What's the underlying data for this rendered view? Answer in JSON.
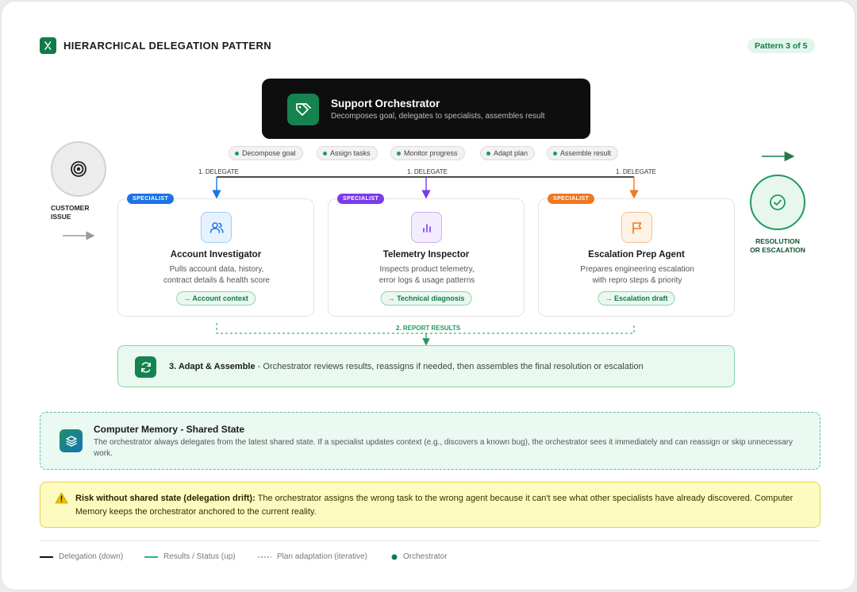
{
  "header": {
    "title": "HIERARCHICAL DELEGATION PATTERN",
    "pattern_badge": "Pattern 3 of 5"
  },
  "orchestrator": {
    "title": "Support Orchestrator",
    "subtitle": "Decomposes goal, delegates to specialists, assembles result",
    "tasks": [
      "Decompose goal",
      "Assign tasks",
      "Monitor progress",
      "Adapt plan",
      "Assemble result"
    ]
  },
  "delegate_label": "1. DELEGATE",
  "input": {
    "label_line1": "CUSTOMER",
    "label_line2": "ISSUE"
  },
  "output": {
    "label_line1": "RESOLUTION",
    "label_line2": "OR ESCALATION"
  },
  "specialists": [
    {
      "tag": "SPECIALIST",
      "title": "Account Investigator",
      "desc_line1": "Pulls account data, history,",
      "desc_line2": "contract details & health score",
      "output": "→ Account context",
      "icon": "users-icon",
      "color": "#1a73e8"
    },
    {
      "tag": "SPECIALIST",
      "title": "Telemetry Inspector",
      "desc_line1": "Inspects product telemetry,",
      "desc_line2": "error logs & usage patterns",
      "output": "→ Technical diagnosis",
      "icon": "bar-chart-icon",
      "color": "#7c3aed"
    },
    {
      "tag": "SPECIALIST",
      "title": "Escalation Prep Agent",
      "desc_line1": "Prepares engineering escalation",
      "desc_line2": "with repro steps & priority",
      "output": "→ Escalation draft",
      "icon": "flag-icon",
      "color": "#f0781e"
    }
  ],
  "report_label": "2. REPORT RESULTS",
  "adapt": {
    "title": "3. Adapt & Assemble",
    "text": " - Orchestrator reviews results, reassigns if needed, then assembles the final resolution or escalation"
  },
  "memory": {
    "title": "Computer Memory - Shared State",
    "desc": "The orchestrator always delegates from the latest shared state. If a specialist updates context (e.g., discovers a known bug), the orchestrator sees it immediately and can reassign or skip unnecessary work."
  },
  "risk": {
    "title": "Risk without shared state (delegation drift):",
    "text": " The orchestrator assigns the wrong task to the wrong agent because it can't see what other specialists have already discovered. Computer Memory keeps the orchestrator anchored to the current reality."
  },
  "legend": [
    "Delegation (down)",
    "Results / Status (up)",
    "Plan adaptation (iterative)",
    "Orchestrator"
  ],
  "colors": {
    "brand_green": "#127a4a",
    "result_green": "#1f9a5e",
    "delegation": "#111111",
    "risk_bg": "#fdfbc0"
  }
}
